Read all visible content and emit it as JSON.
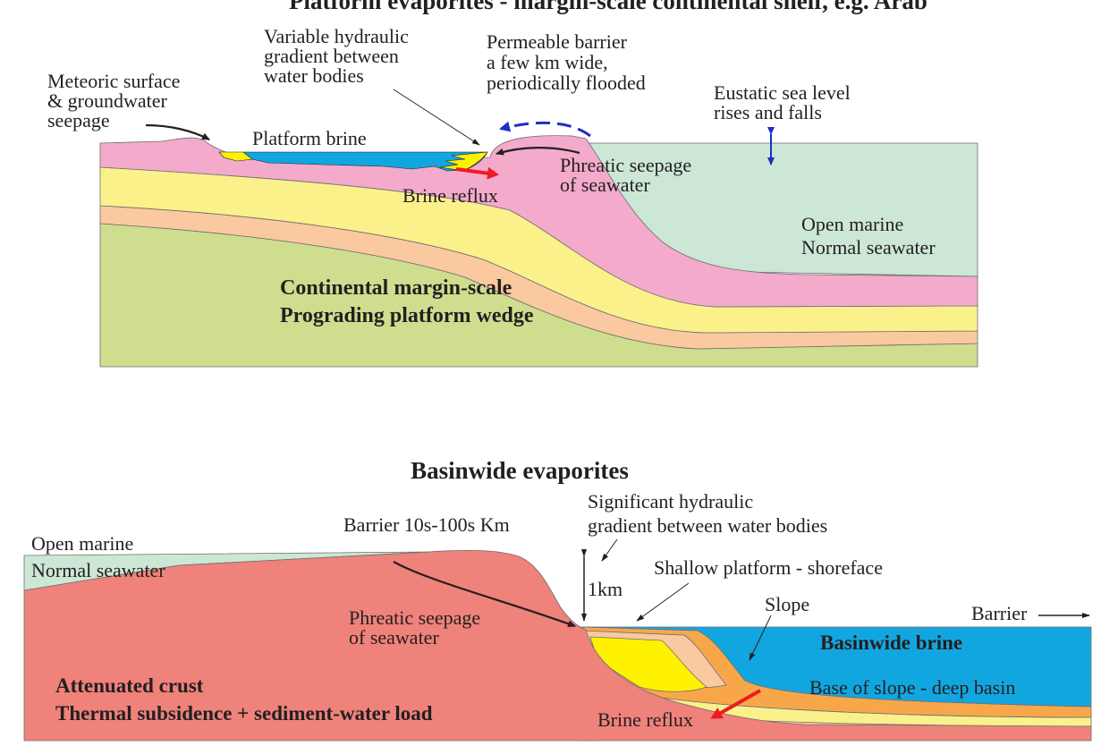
{
  "top_panel": {
    "title": "Platform evaporites - margin-scale continental shelf, e.g. Arab",
    "labels": {
      "meteoric_1": "Meteoric surface",
      "meteoric_2": "& groundwater",
      "meteoric_3": "seepage",
      "variable_1": "Variable hydraulic",
      "variable_2": "gradient between",
      "variable_3": "water bodies",
      "permeable_1": "Permeable barrier",
      "permeable_2": "a few km wide,",
      "permeable_3": "periodically flooded",
      "eustatic_1": "Eustatic sea level",
      "eustatic_2": "rises and falls",
      "platform_brine": "Platform brine",
      "phreatic_1": "Phreatic seepage",
      "phreatic_2": "of seawater",
      "brine_reflux": "Brine reflux",
      "open_marine": "Open marine",
      "normal_seawater": "Normal seawater",
      "wedge_1": "Continental margin-scale",
      "wedge_2": "Prograding platform wedge"
    }
  },
  "bottom_panel": {
    "title": "Basinwide evaporites",
    "labels": {
      "significant_1": "Significant hydraulic",
      "significant_2": "gradient between water bodies",
      "barrier_width": "Barrier 10s-100s Km",
      "open_marine": "Open marine",
      "normal_seawater": "Normal seawater",
      "shallow_platform": "Shallow platform - shoreface",
      "one_km": "1km",
      "slope": "Slope",
      "barrier": "Barrier",
      "phreatic_1": "Phreatic seepage",
      "phreatic_2": "of seawater",
      "basinwide_brine": "Basinwide brine",
      "attenuated_crust": "Attenuated crust",
      "thermal_subsidence": "Thermal subsidence + sediment-water load",
      "base_of_slope": "Base of slope - deep basin",
      "brine_reflux": "Brine reflux"
    }
  },
  "colors": {
    "pink_evaporite": "#f3aacb",
    "yellow_layer": "#fbf18b",
    "peach_layer": "#fbc99f",
    "green_basement": "#cfdd8e",
    "seawater": "#cce7d5",
    "brine_blue": "#12a6e0",
    "crust_red": "#ef827a",
    "orange_layer": "#f7a74a",
    "bright_yellow": "#fff200",
    "arrow_red": "#ed1c24",
    "arrow_blue": "#1e2ec6"
  }
}
